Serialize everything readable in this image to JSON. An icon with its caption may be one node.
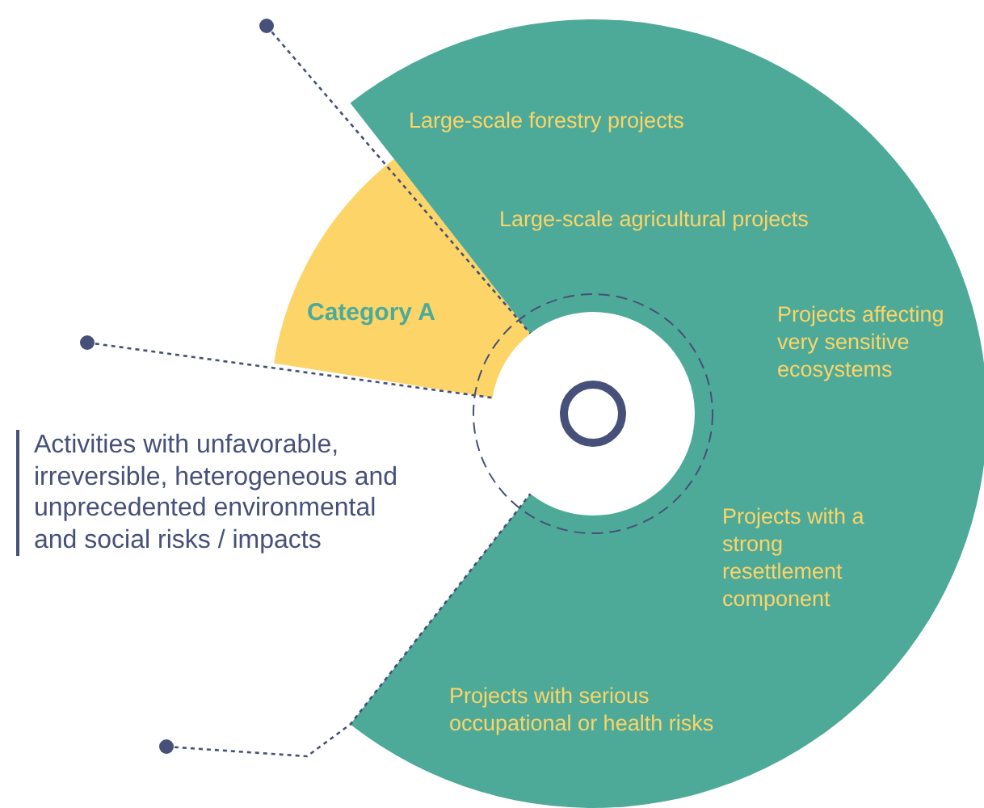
{
  "diagram": {
    "nodes": [
      {
        "text": [
          "Category A"
        ]
      },
      {
        "text": [
          "Large-scale forestry projects",
          "Large-scale agricultural projects",
          "Projects affecting very sensitive ecosystems",
          "Projects with a strong resettlement component",
          "Projects with serious occupational or health risks"
        ]
      }
    ],
    "labels": [
      "Activities with unfavorable, irreversible, heterogeneous and unprecedented environmental and social risks / impacts"
    ]
  }
}
